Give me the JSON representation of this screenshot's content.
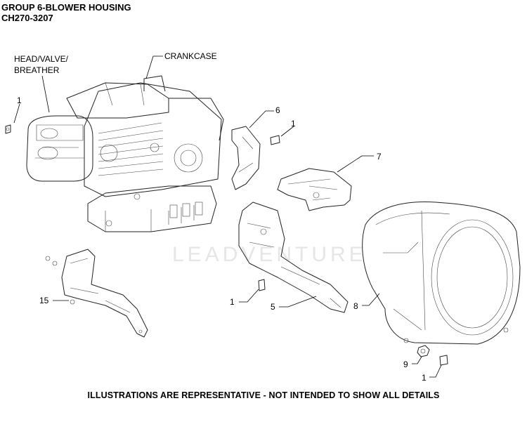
{
  "header": {
    "title": "GROUP 6-BLOWER HOUSING",
    "model": "CH270-3207"
  },
  "labels": {
    "head_valve_breather_1": "HEAD/VALVE/",
    "head_valve_breather_2": "BREATHER",
    "crankcase": "CRANKCASE",
    "callout_1a": "1",
    "callout_1b": "1",
    "callout_1c": "1",
    "callout_1d": "1",
    "callout_5": "5",
    "callout_6": "6",
    "callout_7": "7",
    "callout_8": "8",
    "callout_9": "9",
    "callout_15": "15"
  },
  "watermark": "LEADVENTURE",
  "footer": "ILLUSTRATIONS ARE REPRESENTATIVE - NOT INTENDED TO SHOW ALL DETAILS"
}
